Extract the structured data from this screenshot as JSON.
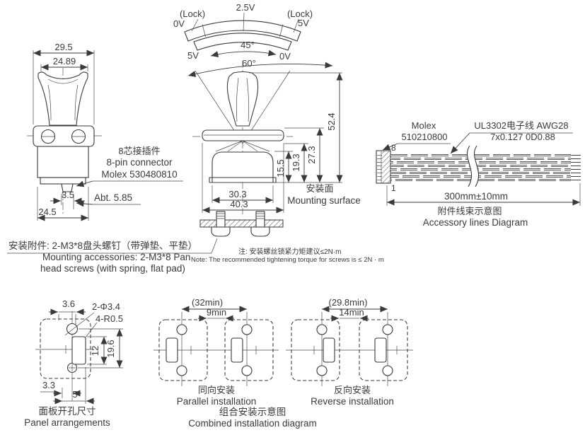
{
  "colors": {
    "ink": "#3a3a3a",
    "bg": "#ffffff"
  },
  "top_gauge": {
    "lock_left": "(Lock)",
    "v0_left": "0V",
    "v_center": "2.5V",
    "lock_right": "(Lock)",
    "v5_right": "5V",
    "v5_left": "5V",
    "v0_right": "0V",
    "angle45": "45°",
    "angle60": "60°"
  },
  "side_view": {
    "dim_29_5": "29.5",
    "dim_24_89": "24.89",
    "dim_3_5": "3.5",
    "dim_24_5": "24.5",
    "dim_pin": "Abt. 5.85",
    "connector_cn": "8芯接插件",
    "connector_en": "8-pin connector",
    "connector_part": "Molex 530480810"
  },
  "front_view": {
    "dim_52_4": "52.4",
    "dim_27_3": "27.3",
    "dim_19_3": "19.3",
    "dim_15_5": "15.5",
    "dim_30_3": "30.3",
    "dim_40_3": "40.3",
    "surface_cn": "安装面",
    "surface_en": "Mounting surface"
  },
  "harness": {
    "conn_name": "Molex",
    "conn_part": "510210800",
    "wire_cn": "UL3302电子线 AWG28",
    "wire_spec": "7x0.127 0D0.88",
    "pin_top": "8",
    "pin_bottom": "1",
    "length": "300mm±10mm",
    "title_cn": "附件线束示意图",
    "title_en": "Accessory lines Diagram"
  },
  "screws": {
    "cn": "安装附件: 2-M3*8盘头螺钉（带弹垫、平垫）",
    "en1": "Mounting accessories: 2-M3*8 Pan",
    "en2": "head screws (with spring, flat pad)",
    "note_cn": "注: 安装螺丝锁紧力矩建议≤2N·m",
    "note_en": "Note: The recommended tightening torque for screws is ≤ 2N · m"
  },
  "panel": {
    "dim_3_6": "3.6",
    "dim_holes": "2-Φ3.4",
    "dim_radius": "4-R0.5",
    "dim_12": "12",
    "dim_19_6": "19.6",
    "dim_3_3": "3.3",
    "dim_5": "5",
    "title_cn": "面板开孔尺寸",
    "title_en": "Panel arrangements"
  },
  "combined": {
    "parallel_dim": "(32min)",
    "parallel_gap": "9min",
    "parallel_cn": "同向安装",
    "parallel_en": "Parallel installation",
    "reverse_dim": "(29.8min)",
    "reverse_gap": "14min",
    "reverse_cn": "反向安装",
    "reverse_en": "Reverse installation",
    "title_cn": "组合安装示意图",
    "title_en": "Combined installation diagram"
  }
}
